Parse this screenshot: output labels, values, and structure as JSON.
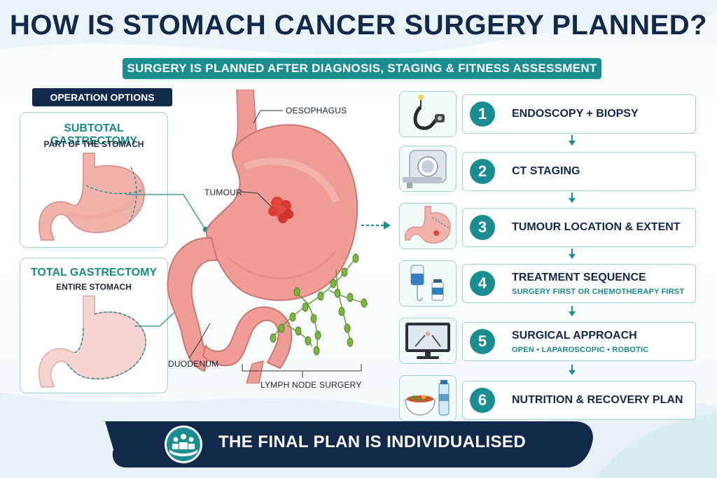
{
  "title": "HOW IS STOMACH CANCER SURGERY PLANNED?",
  "subtitle": "SURGERY IS PLANNED AFTER DIAGNOSIS, STAGING & FITNESS ASSESSMENT",
  "operation_options": {
    "heading": "OPERATION OPTIONS",
    "options": [
      {
        "title": "SUBTOTAL GASTRECTOMY",
        "description": "PART OF THE STOMACH"
      },
      {
        "title": "TOTAL GASTRECTOMY",
        "description": "ENTIRE STOMACH"
      }
    ]
  },
  "anatomy": {
    "labels": {
      "oesophagus": "OESOPHAGUS",
      "tumour": "TUMOUR",
      "duodenum": "DUODENUM",
      "lymph": "LYMPH NODE SURGERY"
    }
  },
  "steps": [
    {
      "number": "1",
      "title": "ENDOSCOPY + BIOPSY",
      "detail": "",
      "icon": "endoscope-icon"
    },
    {
      "number": "2",
      "title": "CT STAGING",
      "detail": "",
      "icon": "ct-scanner-icon"
    },
    {
      "number": "3",
      "title": "TUMOUR LOCATION & EXTENT",
      "detail": "",
      "icon": "stomach-tumour-icon"
    },
    {
      "number": "4",
      "title": "TREATMENT SEQUENCE",
      "detail": "SURGERY FIRST OR CHEMOTHERAPY FIRST",
      "icon": "iv-drip-icon"
    },
    {
      "number": "5",
      "title": "SURGICAL APPROACH",
      "detail": "OPEN  •  LAPAROSCOPIC  •  ROBOTIC",
      "icon": "surgical-monitor-icon"
    },
    {
      "number": "6",
      "title": "NUTRITION & RECOVERY PLAN",
      "detail": "",
      "icon": "nutrition-icon"
    }
  ],
  "footer": {
    "text": "THE FINAL PLAN IS INDIVIDUALISED",
    "icon": "care-team-icon"
  },
  "colors": {
    "navy": "#13294b",
    "teal": "#1a8d91",
    "stomach": "#ee9c95",
    "lymph": "#5e9a2e"
  }
}
